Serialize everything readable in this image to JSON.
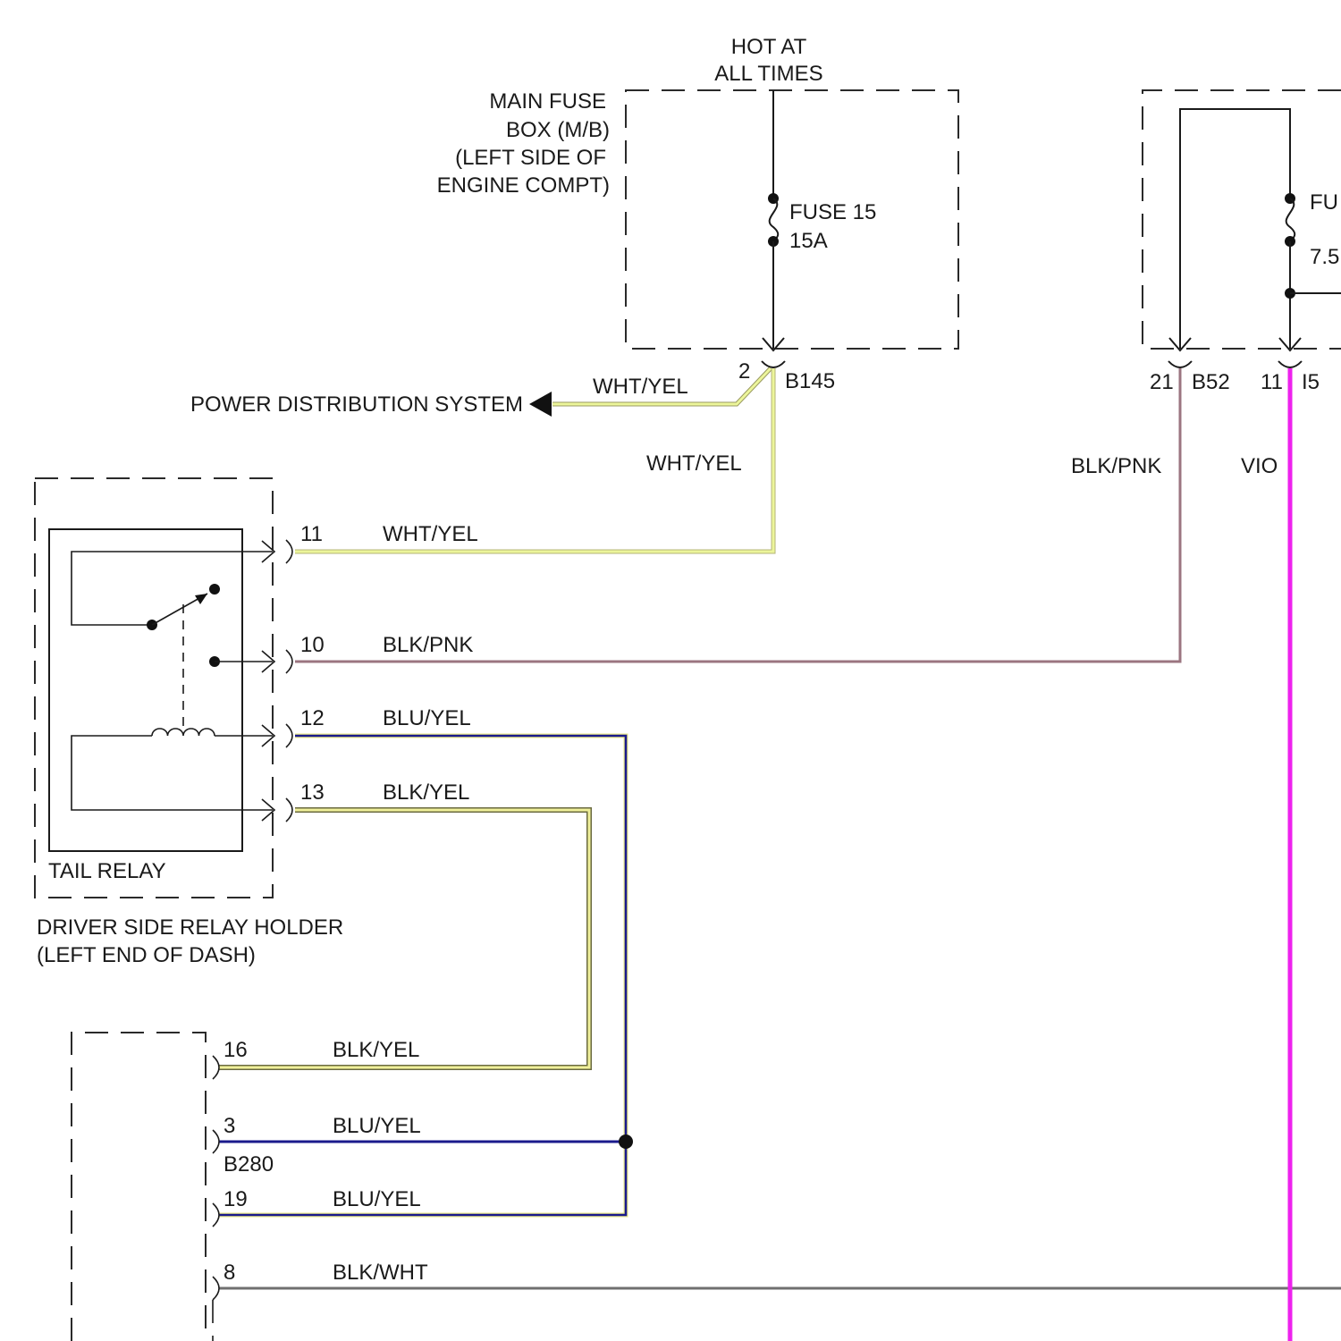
{
  "main_fuse_box": {
    "supply_line1": "HOT AT",
    "supply_line2": "ALL TIMES",
    "label_line1": "MAIN FUSE",
    "label_line2": "BOX (M/B)",
    "label_line3": "(LEFT SIDE OF",
    "label_line4": "ENGINE COMPT)",
    "fuse_name": "FUSE 15",
    "fuse_rating": "15A",
    "connector": "B145",
    "pin": "2"
  },
  "right_fuse_box": {
    "fuse_name_partial": "FU",
    "fuse_rating_partial": "7.5",
    "connector_b": "B52",
    "pin_b": "21",
    "connector_i": "I5",
    "pin_i": "11"
  },
  "power_distribution": {
    "label": "POWER DISTRIBUTION SYSTEM",
    "wire_color": "WHT/YEL"
  },
  "relay_holder": {
    "relay_label": "TAIL RELAY",
    "holder_line1": "DRIVER SIDE RELAY HOLDER",
    "holder_line2": "(LEFT END OF DASH)",
    "pins": [
      {
        "pin": "11",
        "wire": "WHT/YEL"
      },
      {
        "pin": "10",
        "wire": "BLK/PNK"
      },
      {
        "pin": "12",
        "wire": "BLU/YEL"
      },
      {
        "pin": "13",
        "wire": "BLK/YEL"
      }
    ]
  },
  "vertical_wires": {
    "b145_wire": "WHT/YEL",
    "b52_wire": "BLK/PNK",
    "i5_wire": "VIO"
  },
  "lower_connector": {
    "connector": "B280",
    "pins": [
      {
        "pin": "16",
        "wire": "BLK/YEL"
      },
      {
        "pin": "3",
        "wire": "BLU/YEL"
      },
      {
        "pin": "19",
        "wire": "BLU/YEL"
      },
      {
        "pin": "8",
        "wire": "BLK/WHT"
      }
    ]
  },
  "colors": {
    "wht_yel": "#ecf59a",
    "blk_pnk": "#9b7580",
    "blu_yel": "#1a1a8c",
    "blk_yel": "#e8e88a",
    "vio": "#ee22ee",
    "blk_wht": "#707070"
  }
}
